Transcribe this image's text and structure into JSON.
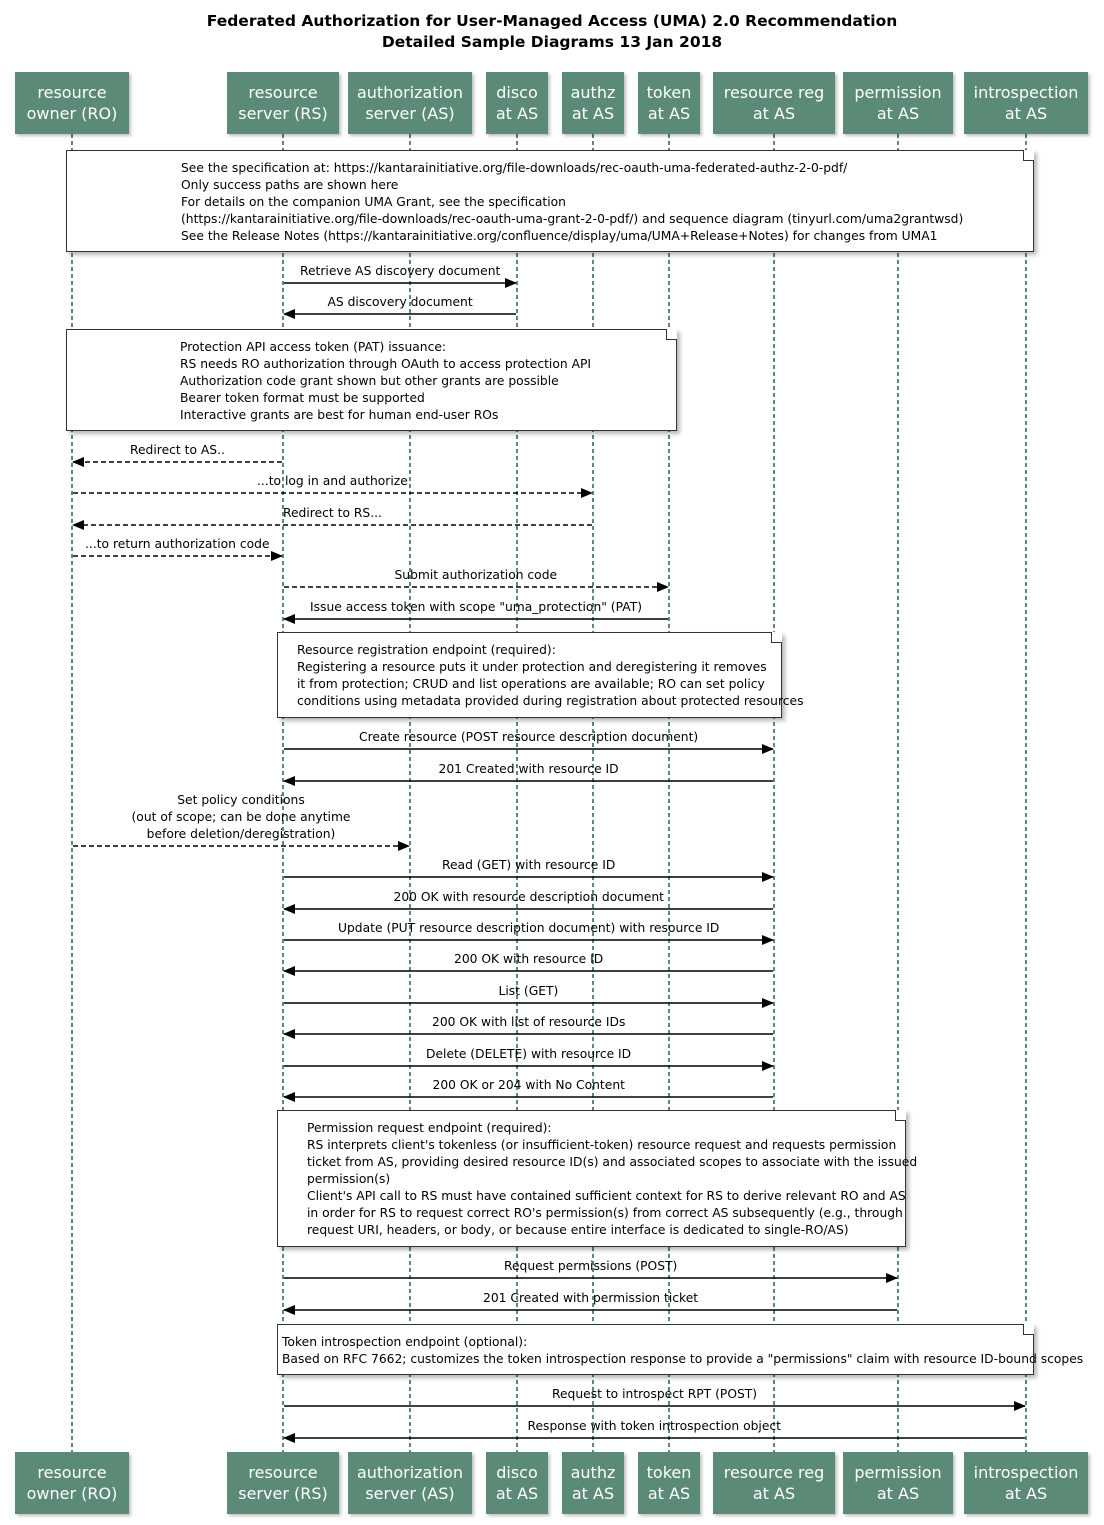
{
  "title": {
    "line1": "Federated Authorization for User-Managed Access (UMA) 2.0 Recommendation",
    "line2": "Detailed Sample Diagrams 13 Jan 2018"
  },
  "colors": {
    "participant_fill": "#5b8a76",
    "lifeline": "#5b8a76",
    "arrow": "#000000"
  },
  "participants": [
    {
      "id": "ro",
      "lines": [
        "resource",
        "owner (RO)"
      ]
    },
    {
      "id": "rs",
      "lines": [
        "resource",
        "server (RS)"
      ]
    },
    {
      "id": "as",
      "lines": [
        "authorization",
        "server (AS)"
      ]
    },
    {
      "id": "disco",
      "lines": [
        "disco",
        "at AS"
      ]
    },
    {
      "id": "authz",
      "lines": [
        "authz",
        "at AS"
      ]
    },
    {
      "id": "token",
      "lines": [
        "token",
        "at AS"
      ]
    },
    {
      "id": "resreg",
      "lines": [
        "resource reg",
        "at AS"
      ]
    },
    {
      "id": "perm",
      "lines": [
        "permission",
        "at AS"
      ]
    },
    {
      "id": "intro",
      "lines": [
        "introspection",
        "at AS"
      ]
    }
  ],
  "events": [
    {
      "type": "note",
      "from": "ro",
      "to": "intro",
      "lines": [
        "See the specification at: https://kantarainitiative.org/file-downloads/rec-oauth-uma-federated-authz-2-0-pdf/",
        "Only success paths are shown here",
        "For details on the companion UMA Grant, see the specification",
        "(https://kantarainitiative.org/file-downloads/rec-oauth-uma-grant-2-0-pdf/) and sequence diagram (tinyurl.com/uma2grantwsd)",
        "See the Release Notes (https://kantarainitiative.org/confluence/display/uma/UMA+Release+Notes) for changes from UMA1"
      ]
    },
    {
      "type": "msg",
      "from": "rs",
      "to": "disco",
      "style": "solid",
      "label": [
        "Retrieve AS discovery document"
      ]
    },
    {
      "type": "msg",
      "from": "disco",
      "to": "rs",
      "style": "solid",
      "label": [
        "AS discovery document"
      ]
    },
    {
      "type": "note",
      "from": "ro",
      "to": "token",
      "lines": [
        "Protection API access token (PAT) issuance:",
        "RS needs RO authorization through OAuth to access protection API",
        "Authorization code grant shown but other grants are possible",
        "Bearer token format must be supported",
        "Interactive grants are best for human end-user ROs"
      ]
    },
    {
      "type": "msg",
      "from": "rs",
      "to": "ro",
      "style": "dashed",
      "label": [
        "Redirect to AS.."
      ]
    },
    {
      "type": "msg",
      "from": "ro",
      "to": "authz",
      "style": "dashed",
      "label": [
        "...to log in and authorize"
      ]
    },
    {
      "type": "msg",
      "from": "authz",
      "to": "ro",
      "style": "dashed",
      "label": [
        "Redirect to RS..."
      ]
    },
    {
      "type": "msg",
      "from": "ro",
      "to": "rs",
      "style": "dashed",
      "label": [
        "...to return authorization code"
      ]
    },
    {
      "type": "msg",
      "from": "rs",
      "to": "token",
      "style": "dashed",
      "label": [
        "Submit authorization code"
      ]
    },
    {
      "type": "msg",
      "from": "token",
      "to": "rs",
      "style": "solid",
      "label": [
        "Issue access token with scope \"uma_protection\" (PAT)"
      ]
    },
    {
      "type": "note",
      "from": "rs",
      "to": "resreg",
      "lines": [
        "Resource registration endpoint (required):",
        "Registering a resource puts it under protection and deregistering it removes",
        "it from protection; CRUD and list operations are available; RO can set policy",
        "conditions using metadata provided during registration about protected resources"
      ]
    },
    {
      "type": "msg",
      "from": "rs",
      "to": "resreg",
      "style": "solid",
      "label": [
        "Create resource (POST resource description document)"
      ]
    },
    {
      "type": "msg",
      "from": "resreg",
      "to": "rs",
      "style": "solid",
      "label": [
        "201 Created with resource ID"
      ]
    },
    {
      "type": "msg",
      "from": "ro",
      "to": "as",
      "style": "dashed",
      "label": [
        "Set policy conditions",
        "(out of scope; can be done anytime",
        "before deletion/deregistration)"
      ]
    },
    {
      "type": "msg",
      "from": "rs",
      "to": "resreg",
      "style": "solid",
      "label": [
        "Read (GET) with resource ID"
      ]
    },
    {
      "type": "msg",
      "from": "resreg",
      "to": "rs",
      "style": "solid",
      "label": [
        "200 OK with resource description document"
      ]
    },
    {
      "type": "msg",
      "from": "rs",
      "to": "resreg",
      "style": "solid",
      "label": [
        "Update (PUT resource description document) with resource ID"
      ]
    },
    {
      "type": "msg",
      "from": "resreg",
      "to": "rs",
      "style": "solid",
      "label": [
        "200 OK with resource ID"
      ]
    },
    {
      "type": "msg",
      "from": "rs",
      "to": "resreg",
      "style": "solid",
      "label": [
        "List (GET)"
      ]
    },
    {
      "type": "msg",
      "from": "resreg",
      "to": "rs",
      "style": "solid",
      "label": [
        "200 OK with list of resource IDs"
      ]
    },
    {
      "type": "msg",
      "from": "rs",
      "to": "resreg",
      "style": "solid",
      "label": [
        "Delete (DELETE) with resource ID"
      ]
    },
    {
      "type": "msg",
      "from": "resreg",
      "to": "rs",
      "style": "solid",
      "label": [
        "200 OK or 204 with No Content"
      ]
    },
    {
      "type": "note",
      "from": "rs",
      "to": "perm",
      "lines": [
        "Permission request endpoint (required):",
        "RS interprets client's tokenless (or insufficient-token) resource request and requests permission",
        "ticket from AS, providing desired resource ID(s) and associated scopes to associate with the issued",
        "permission(s)",
        "Client's API call to RS must have contained sufficient context for RS to derive relevant RO and AS",
        "in order for RS to request correct RO's permission(s) from correct AS subsequently (e.g., through",
        "request URI, headers, or body, or because entire interface is dedicated to single-RO/AS)"
      ]
    },
    {
      "type": "msg",
      "from": "rs",
      "to": "perm",
      "style": "solid",
      "label": [
        "Request permissions (POST)"
      ]
    },
    {
      "type": "msg",
      "from": "perm",
      "to": "rs",
      "style": "solid",
      "label": [
        "201 Created with permission ticket"
      ]
    },
    {
      "type": "note",
      "from": "rs",
      "to": "intro",
      "lines": [
        "Token introspection endpoint (optional):",
        "Based on RFC 7662; customizes the token introspection response to provide a \"permissions\" claim with resource ID-bound scopes"
      ]
    },
    {
      "type": "msg",
      "from": "rs",
      "to": "intro",
      "style": "solid",
      "label": [
        "Request to introspect RPT (POST)"
      ]
    },
    {
      "type": "msg",
      "from": "intro",
      "to": "rs",
      "style": "solid",
      "label": [
        "Response with token introspection object"
      ]
    }
  ]
}
